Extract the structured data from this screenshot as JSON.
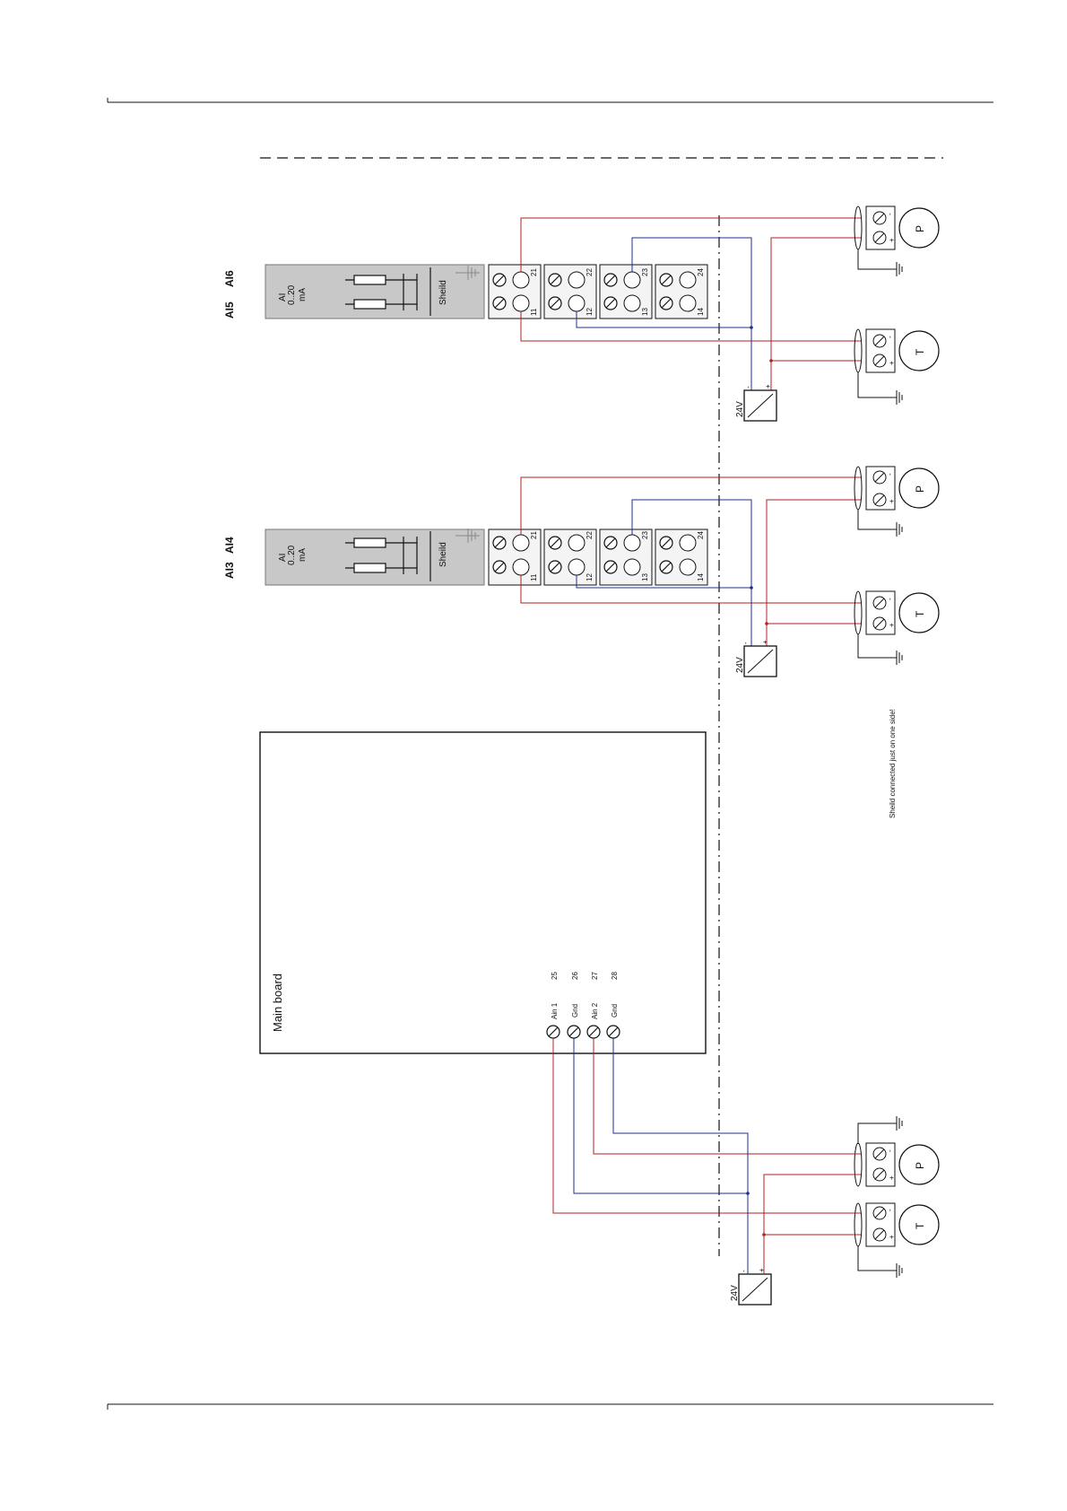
{
  "modules": [
    {
      "labels": [
        "AI5",
        "AI6"
      ],
      "card_text": [
        "AI",
        "0..20",
        "mA"
      ],
      "shield_label": "Sheild",
      "terminals_top": [
        "21",
        "22",
        "23",
        "24"
      ],
      "terminals_bottom": [
        "11",
        "12",
        "13",
        "14"
      ]
    },
    {
      "labels": [
        "AI3",
        "AI4"
      ],
      "card_text": [
        "AI",
        "0..20",
        "mA"
      ],
      "shield_label": "Sheild",
      "terminals_top": [
        "21",
        "22",
        "23",
        "24"
      ],
      "terminals_bottom": [
        "11",
        "12",
        "13",
        "14"
      ]
    }
  ],
  "sensors": {
    "pressure": "P",
    "temperature": "T",
    "minus": "-",
    "plus": "+"
  },
  "power_supply": {
    "label": "24V",
    "minus": "-",
    "plus": "+"
  },
  "main_board": {
    "title": "Main board",
    "terminals": [
      {
        "number": "25",
        "label": "Ain 1"
      },
      {
        "number": "26",
        "label": "Gnd"
      },
      {
        "number": "27",
        "label": "Ain 2"
      },
      {
        "number": "28",
        "label": "Gnd"
      }
    ]
  },
  "note": "Sheild connected just on one side!",
  "colors": {
    "signal_wire": "#b02020",
    "ground_wire": "#1f2f8f",
    "module_fill": "#c8c8c8",
    "line": "#111111"
  }
}
